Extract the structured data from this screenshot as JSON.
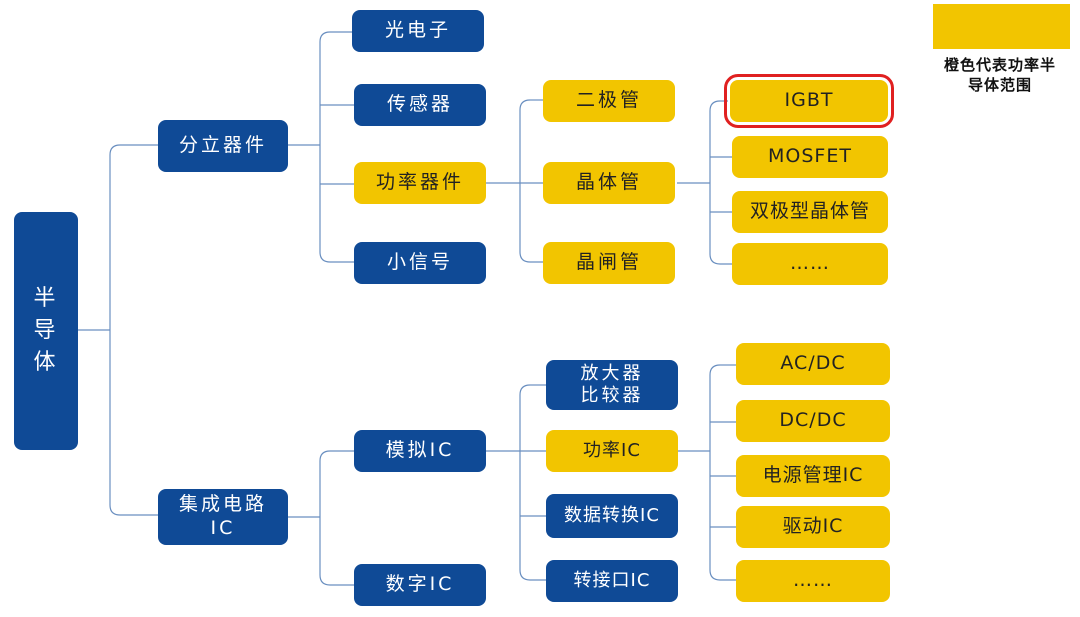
{
  "colors": {
    "blue": "#0F4A96",
    "yellow": "#F2C500",
    "highlight": "#E02020",
    "line": "#6A8FC0"
  },
  "legend": {
    "text": "橙色代表功率半\n导体范围"
  },
  "nodes": {
    "root": "半\n导\n体",
    "discrete": "分立器件",
    "ic": "集成电路\nIC",
    "optoelectronics": "光电子",
    "sensor": "传感器",
    "power_device": "功率器件",
    "small_signal": "小信号",
    "diode": "二极管",
    "transistor": "晶体管",
    "thyristor": "晶闸管",
    "igbt": "IGBT",
    "mosfet": "MOSFET",
    "bjt": "双极型晶体管",
    "transistor_more": "……",
    "analog_ic": "模拟IC",
    "digital_ic": "数字IC",
    "amplifier_comparator": "放大器\n比较器",
    "power_ic": "功率IC",
    "data_converter": "数据转换IC",
    "interface_ic": "转接口IC",
    "ac_dc": "AC/DC",
    "dc_dc": "DC/DC",
    "pmic": "电源管理IC",
    "driver_ic": "驱动IC",
    "power_ic_more": "……"
  }
}
